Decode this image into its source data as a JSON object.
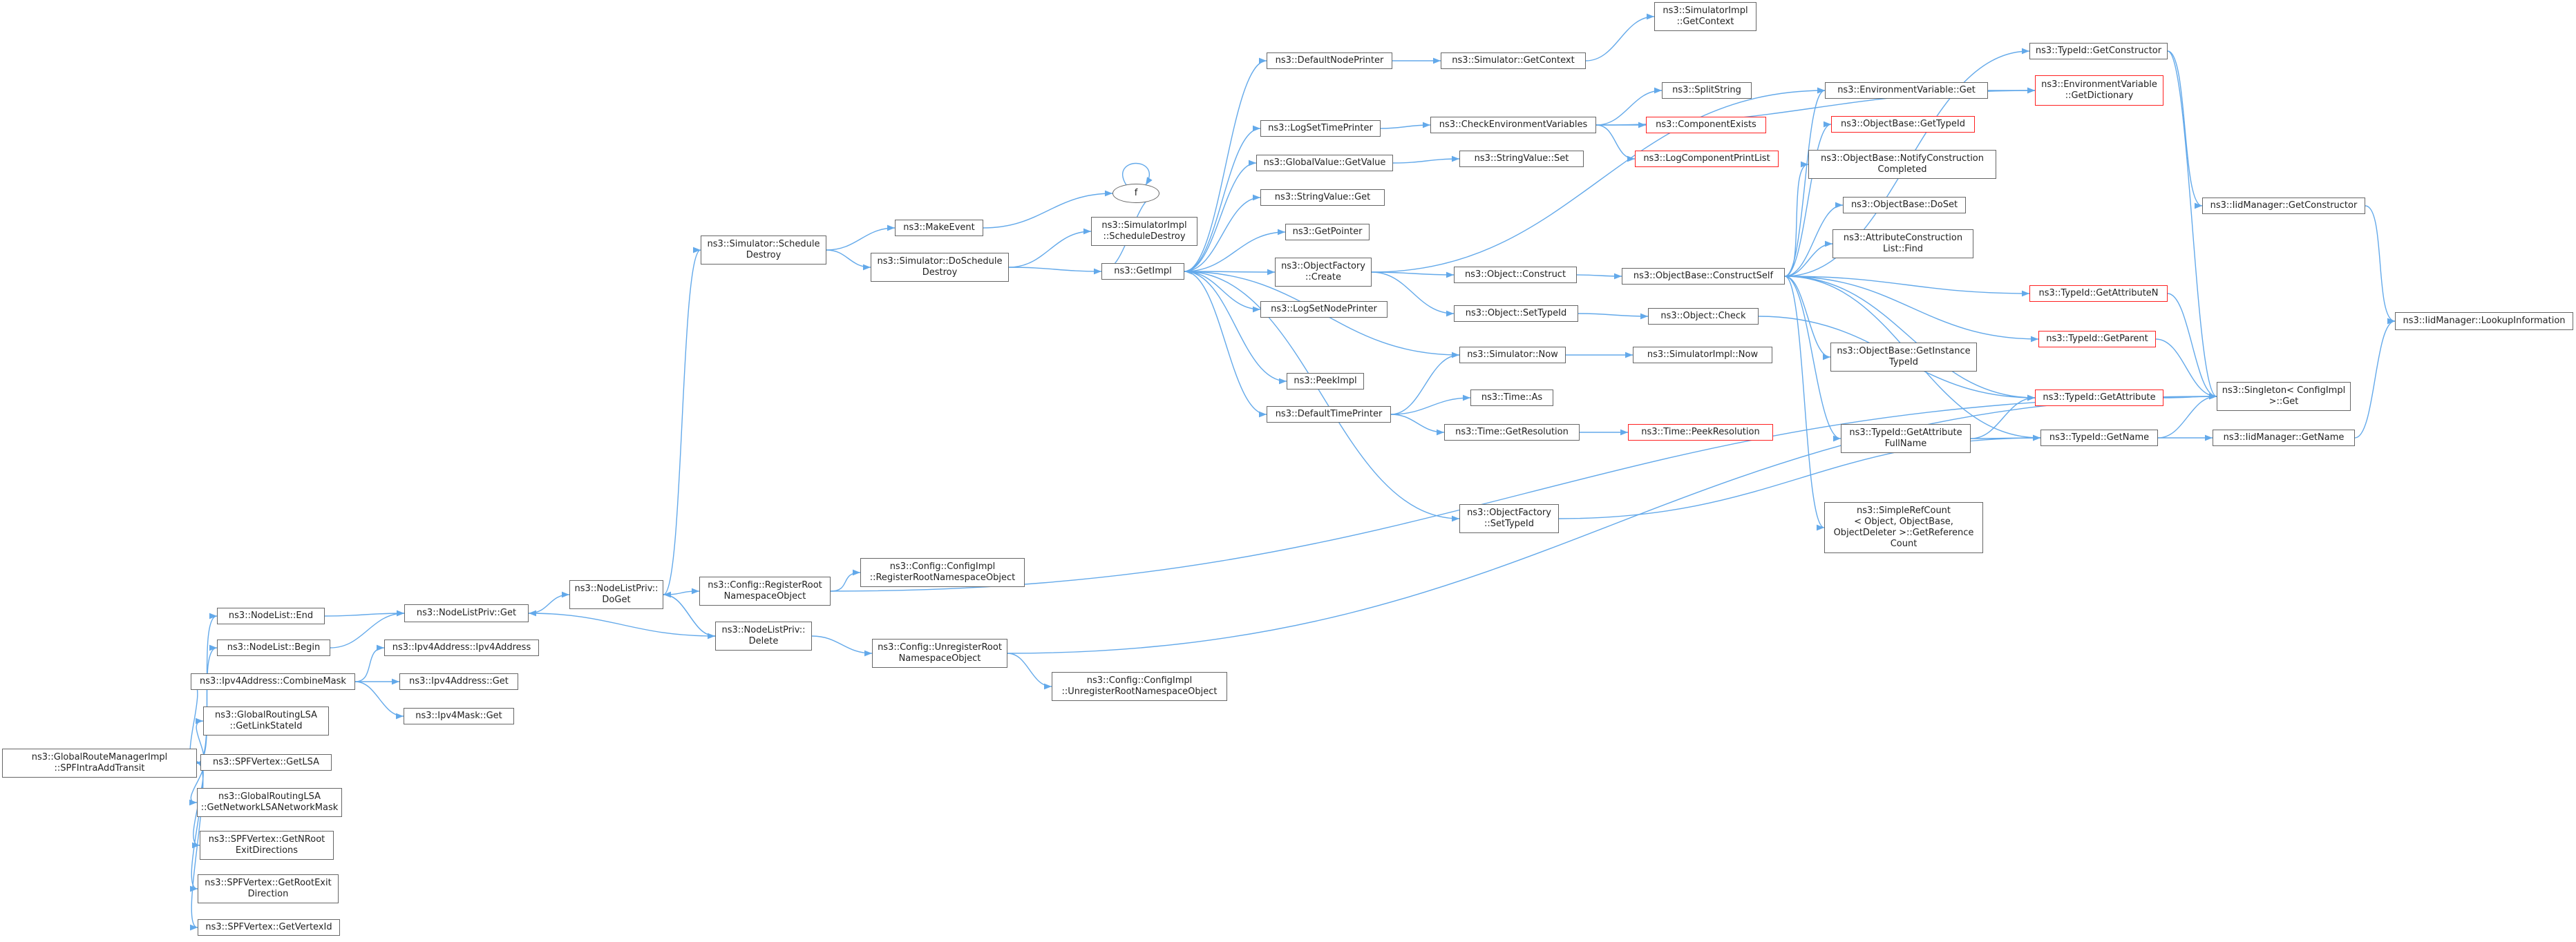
{
  "graph": {
    "colors": {
      "edge": "#63a9ea",
      "node_border": "#666666",
      "node_border_highlight": "#ff0000",
      "root_fill": "#9e9e9e"
    },
    "nodes": {
      "root": {
        "label": "ns3::GlobalRouteManagerImpl\n::SPFIntraAddTransit",
        "style": "root"
      },
      "nodelist_end": {
        "label": "ns3::NodeList::End"
      },
      "nodelist_begin": {
        "label": "ns3::NodeList::Begin"
      },
      "combine_mask": {
        "label": "ns3::Ipv4Address::CombineMask"
      },
      "get_link_state_id": {
        "label": "ns3::GlobalRoutingLSA\n::GetLinkStateId"
      },
      "spf_get_lsa": {
        "label": "ns3::SPFVertex::GetLSA"
      },
      "get_network_lsa_mask": {
        "label": "ns3::GlobalRoutingLSA\n::GetNetworkLSANetworkMask"
      },
      "get_n_root_exit": {
        "label": "ns3::SPFVertex::GetNRoot\nExitDirections"
      },
      "get_root_exit": {
        "label": "ns3::SPFVertex::GetRootExit\nDirection"
      },
      "get_vertex_id": {
        "label": "ns3::SPFVertex::GetVertexId"
      },
      "nlp_get": {
        "label": "ns3::NodeListPriv::Get"
      },
      "ipv4addr_ctor": {
        "label": "ns3::Ipv4Address::Ipv4Address"
      },
      "ipv4addr_get": {
        "label": "ns3::Ipv4Address::Get"
      },
      "ipv4mask_get": {
        "label": "ns3::Ipv4Mask::Get"
      },
      "nlp_doget": {
        "label": "ns3::NodeListPriv::\nDoGet"
      },
      "nlp_delete": {
        "label": "ns3::NodeListPriv::\nDelete"
      },
      "register_root": {
        "label": "ns3::Config::RegisterRoot\nNamespaceObject"
      },
      "unregister_root": {
        "label": "ns3::Config::UnregisterRoot\nNamespaceObject"
      },
      "cfgimpl_register": {
        "label": "ns3::Config::ConfigImpl\n::RegisterRootNamespaceObject"
      },
      "cfgimpl_unregister": {
        "label": "ns3::Config::ConfigImpl\n::UnregisterRootNamespaceObject"
      },
      "sched_destroy": {
        "label": "ns3::Simulator::Schedule\nDestroy"
      },
      "make_event": {
        "label": "ns3::MakeEvent"
      },
      "do_sched_destroy": {
        "label": "ns3::Simulator::DoSchedule\nDestroy"
      },
      "f_node": {
        "label": "f",
        "style": "ellipse"
      },
      "simimpl_sched_destroy": {
        "label": "ns3::SimulatorImpl\n::ScheduleDestroy"
      },
      "getimpl": {
        "label": "ns3::GetImpl"
      },
      "default_node_printer": {
        "label": "ns3::DefaultNodePrinter"
      },
      "logset_time_printer": {
        "label": "ns3::LogSetTimePrinter"
      },
      "globalvalue_get": {
        "label": "ns3::GlobalValue::GetValue"
      },
      "stringvalue_get": {
        "label": "ns3::StringValue::Get"
      },
      "get_pointer": {
        "label": "ns3::GetPointer"
      },
      "objfactory_create": {
        "label": "ns3::ObjectFactory\n::Create"
      },
      "logset_node_printer": {
        "label": "ns3::LogSetNodePrinter"
      },
      "peek_impl": {
        "label": "ns3::PeekImpl"
      },
      "default_time_printer": {
        "label": "ns3::DefaultTimePrinter"
      },
      "sim_get_context": {
        "label": "ns3::Simulator::GetContext"
      },
      "check_env_vars": {
        "label": "ns3::CheckEnvironmentVariables"
      },
      "stringvalue_set": {
        "label": "ns3::StringValue::Set"
      },
      "object_construct": {
        "label": "ns3::Object::Construct"
      },
      "object_settypeid": {
        "label": "ns3::Object::SetTypeId"
      },
      "sim_now": {
        "label": "ns3::Simulator::Now"
      },
      "time_as": {
        "label": "ns3::Time::As"
      },
      "time_get_resolution": {
        "label": "ns3::Time::GetResolution"
      },
      "objfactory_settypeid": {
        "label": "ns3::ObjectFactory\n::SetTypeId"
      },
      "simimpl_get_context": {
        "label": "ns3::SimulatorImpl\n::GetContext"
      },
      "split_string": {
        "label": "ns3::SplitString"
      },
      "component_exists": {
        "label": "ns3::ComponentExists",
        "style": "red"
      },
      "log_component_print_list": {
        "label": "ns3::LogComponentPrintList",
        "style": "red"
      },
      "objbase_construct_self": {
        "label": "ns3::ObjectBase::ConstructSelf"
      },
      "object_check": {
        "label": "ns3::Object::Check"
      },
      "simimpl_now": {
        "label": "ns3::SimulatorImpl::Now"
      },
      "time_peek_resolution": {
        "label": "ns3::Time::PeekResolution",
        "style": "red"
      },
      "env_var_get": {
        "label": "ns3::EnvironmentVariable::Get"
      },
      "objbase_get_typeid": {
        "label": "ns3::ObjectBase::GetTypeId",
        "style": "red"
      },
      "objbase_notify": {
        "label": "ns3::ObjectBase::NotifyConstruction\nCompleted"
      },
      "objbase_doset": {
        "label": "ns3::ObjectBase::DoSet"
      },
      "attr_construction_find": {
        "label": "ns3::AttributeConstruction\nList::Find"
      },
      "objbase_get_instance_typeid": {
        "label": "ns3::ObjectBase::GetInstance\nTypeId"
      },
      "typeid_get_attr_fullname": {
        "label": "ns3::TypeId::GetAttribute\nFullName"
      },
      "simple_ref_count": {
        "label": "ns3::SimpleRefCount\n< Object, ObjectBase,\nObjectDeleter >::GetReference\nCount"
      },
      "typeid_get_constructor": {
        "label": "ns3::TypeId::GetConstructor"
      },
      "env_var_get_dictionary": {
        "label": "ns3::EnvironmentVariable\n::GetDictionary",
        "style": "red"
      },
      "typeid_get_attribute_n": {
        "label": "ns3::TypeId::GetAttributeN",
        "style": "red"
      },
      "typeid_get_parent": {
        "label": "ns3::TypeId::GetParent",
        "style": "red"
      },
      "typeid_get_attribute": {
        "label": "ns3::TypeId::GetAttribute",
        "style": "red"
      },
      "typeid_get_name": {
        "label": "ns3::TypeId::GetName"
      },
      "iidmanager_get_constructor": {
        "label": "ns3::IidManager::GetConstructor"
      },
      "singleton_get": {
        "label": "ns3::Singleton< ConfigImpl\n>::Get"
      },
      "iidmanager_get_name": {
        "label": "ns3::IidManager::GetName"
      },
      "iidmanager_lookup_info": {
        "label": "ns3::IidManager::LookupInformation"
      }
    },
    "edges": [
      [
        "root",
        "nodelist_end"
      ],
      [
        "root",
        "nodelist_begin"
      ],
      [
        "root",
        "combine_mask"
      ],
      [
        "root",
        "get_link_state_id"
      ],
      [
        "root",
        "spf_get_lsa"
      ],
      [
        "root",
        "get_network_lsa_mask"
      ],
      [
        "root",
        "get_n_root_exit"
      ],
      [
        "root",
        "get_root_exit"
      ],
      [
        "root",
        "get_vertex_id"
      ],
      [
        "nodelist_end",
        "nlp_get"
      ],
      [
        "nodelist_begin",
        "nlp_get"
      ],
      [
        "combine_mask",
        "ipv4addr_ctor"
      ],
      [
        "combine_mask",
        "ipv4addr_get"
      ],
      [
        "combine_mask",
        "ipv4mask_get"
      ],
      [
        "nlp_get",
        "nlp_doget"
      ],
      [
        "nlp_doget",
        "sched_destroy"
      ],
      [
        "nlp_doget",
        "register_root"
      ],
      [
        "nlp_doget",
        "nlp_delete"
      ],
      [
        "nlp_delete",
        "nlp_doget"
      ],
      [
        "nlp_delete",
        "nlp_get"
      ],
      [
        "nlp_delete",
        "unregister_root"
      ],
      [
        "register_root",
        "cfgimpl_register"
      ],
      [
        "register_root",
        "singleton_get"
      ],
      [
        "unregister_root",
        "cfgimpl_unregister"
      ],
      [
        "unregister_root",
        "singleton_get"
      ],
      [
        "sched_destroy",
        "make_event"
      ],
      [
        "sched_destroy",
        "do_sched_destroy"
      ],
      [
        "make_event",
        "f_node"
      ],
      [
        "f_node",
        "f_node"
      ],
      [
        "do_sched_destroy",
        "simimpl_sched_destroy"
      ],
      [
        "do_sched_destroy",
        "getimpl"
      ],
      [
        "getimpl",
        "f_node"
      ],
      [
        "getimpl",
        "default_node_printer"
      ],
      [
        "getimpl",
        "logset_time_printer"
      ],
      [
        "getimpl",
        "globalvalue_get"
      ],
      [
        "getimpl",
        "stringvalue_get"
      ],
      [
        "getimpl",
        "get_pointer"
      ],
      [
        "getimpl",
        "objfactory_create"
      ],
      [
        "getimpl",
        "logset_node_printer"
      ],
      [
        "getimpl",
        "peek_impl"
      ],
      [
        "getimpl",
        "default_time_printer"
      ],
      [
        "getimpl",
        "objfactory_settypeid"
      ],
      [
        "default_node_printer",
        "sim_get_context"
      ],
      [
        "sim_get_context",
        "simimpl_get_context"
      ],
      [
        "logset_time_printer",
        "check_env_vars"
      ],
      [
        "check_env_vars",
        "split_string"
      ],
      [
        "check_env_vars",
        "component_exists"
      ],
      [
        "check_env_vars",
        "log_component_print_list"
      ],
      [
        "check_env_vars",
        "env_var_get_dictionary"
      ],
      [
        "globalvalue_get",
        "stringvalue_set"
      ],
      [
        "objfactory_create",
        "env_var_get"
      ],
      [
        "objfactory_create",
        "object_construct"
      ],
      [
        "objfactory_create",
        "object_settypeid"
      ],
      [
        "object_construct",
        "objbase_construct_self"
      ],
      [
        "object_settypeid",
        "object_check"
      ],
      [
        "default_time_printer",
        "sim_now"
      ],
      [
        "default_time_printer",
        "time_as"
      ],
      [
        "default_time_printer",
        "time_get_resolution"
      ],
      [
        "sim_now",
        "getimpl"
      ],
      [
        "sim_now",
        "simimpl_now"
      ],
      [
        "time_get_resolution",
        "time_peek_resolution"
      ],
      [
        "objfactory_settypeid",
        "typeid_get_name"
      ],
      [
        "object_check",
        "typeid_get_attribute"
      ],
      [
        "objbase_construct_self",
        "env_var_get"
      ],
      [
        "objbase_construct_self",
        "objbase_get_typeid"
      ],
      [
        "objbase_construct_self",
        "objbase_notify"
      ],
      [
        "objbase_construct_self",
        "objbase_doset"
      ],
      [
        "objbase_construct_self",
        "attr_construction_find"
      ],
      [
        "objbase_construct_self",
        "objbase_get_instance_typeid"
      ],
      [
        "objbase_construct_self",
        "typeid_get_attr_fullname"
      ],
      [
        "objbase_construct_self",
        "simple_ref_count"
      ],
      [
        "objbase_construct_self",
        "typeid_get_constructor"
      ],
      [
        "objbase_construct_self",
        "typeid_get_attribute_n"
      ],
      [
        "objbase_construct_self",
        "typeid_get_parent"
      ],
      [
        "objbase_construct_self",
        "typeid_get_attribute"
      ],
      [
        "objbase_construct_self",
        "typeid_get_name"
      ],
      [
        "env_var_get",
        "env_var_get_dictionary"
      ],
      [
        "typeid_get_attr_fullname",
        "typeid_get_attribute"
      ],
      [
        "typeid_get_attr_fullname",
        "typeid_get_name"
      ],
      [
        "typeid_get_constructor",
        "iidmanager_get_constructor"
      ],
      [
        "typeid_get_constructor",
        "singleton_get"
      ],
      [
        "typeid_get_attribute_n",
        "singleton_get"
      ],
      [
        "typeid_get_parent",
        "singleton_get"
      ],
      [
        "typeid_get_attribute",
        "singleton_get"
      ],
      [
        "typeid_get_name",
        "singleton_get"
      ],
      [
        "typeid_get_name",
        "iidmanager_get_name"
      ],
      [
        "iidmanager_get_constructor",
        "iidmanager_lookup_info"
      ],
      [
        "iidmanager_get_name",
        "iidmanager_lookup_info"
      ]
    ]
  }
}
